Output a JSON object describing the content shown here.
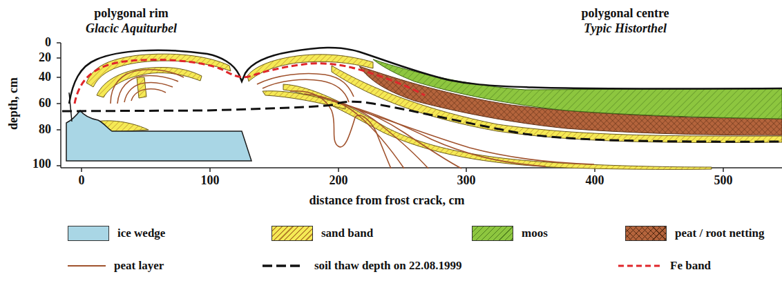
{
  "diagram": {
    "labels": [
      "polygonal rim",
      "Glacic Aquiturbel",
      "polygonal centre",
      "Typic Historthel",
      "0",
      "20",
      "40",
      "60",
      "80",
      "100",
      "depth, cm",
      "0",
      "100",
      "200",
      "300",
      "400",
      "500",
      "distance from frost crack, cm"
    ],
    "legend": [
      {
        "text": "ice wedge",
        "color": "#a9d6e5"
      },
      {
        "text": "sand band",
        "color": "#f5ea55"
      },
      {
        "text": "moos",
        "color": "#8dc63f"
      },
      {
        "text": "peat / root netting",
        "color": "#b4643c"
      },
      {
        "text": "peat layer"
      },
      {
        "text": "soil thaw depth on 22.08.1999"
      },
      {
        "text": "Fe band"
      }
    ]
  }
}
